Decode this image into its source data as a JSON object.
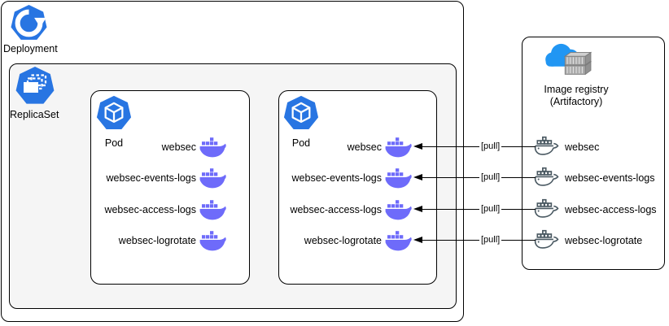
{
  "deployment_label": "Deployment",
  "replicaset_label": "ReplicaSet",
  "pods": [
    {
      "label": "Pod",
      "containers": [
        "websec",
        "websec-events-logs",
        "websec-access-logs",
        "websec-logrotate"
      ]
    },
    {
      "label": "Pod",
      "containers": [
        "websec",
        "websec-events-logs",
        "websec-access-logs",
        "websec-logrotate"
      ]
    }
  ],
  "registry": {
    "title": "Image registry",
    "subtitle": "(Artifactory)",
    "images": [
      "websec",
      "websec-events-logs",
      "websec-access-logs",
      "websec-logrotate"
    ]
  },
  "pull_label": "[pull]",
  "colors": {
    "k8s_blue": "#2875E2",
    "docker_purple": "#6e6bfa",
    "outline_gray": "#4a5962",
    "cloud_blue": "#2196F3",
    "replicaset_bg": "#f5f5f5",
    "stroke_black": "#000000"
  }
}
